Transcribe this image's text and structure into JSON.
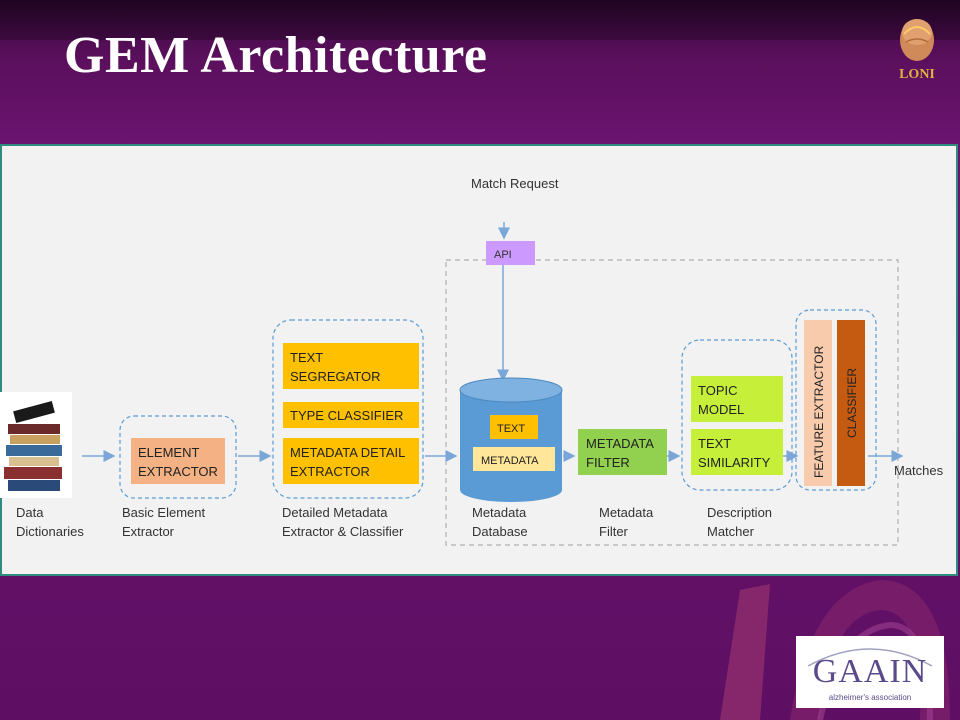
{
  "slide": {
    "title": "GEM Architecture",
    "logo_text": "LONI",
    "sponsor": {
      "name": "GAAIN",
      "tagline": "alzheimer's association"
    }
  },
  "diagram": {
    "match_request": "Match Request",
    "api": "API",
    "element_extractor": [
      "ELEMENT",
      "EXTRACTOR"
    ],
    "text_segregator": [
      "TEXT",
      "SEGREGATOR"
    ],
    "type_classifier": "TYPE CLASSIFIER",
    "metadata_detail_extractor": [
      "METADATA DETAIL",
      "EXTRACTOR"
    ],
    "db_text": "TEXT",
    "db_metadata": "METADATA",
    "metadata_filter": [
      "METADATA",
      "FILTER"
    ],
    "topic_model": [
      "TOPIC",
      "MODEL"
    ],
    "text_similarity": [
      "TEXT",
      "SIMILARITY"
    ],
    "feature_extractor": "FEATURE EXTRACTOR",
    "classifier": "CLASSIFIER",
    "matches": "Matches",
    "labels": {
      "data_dictionaries": [
        "Data",
        "Dictionaries"
      ],
      "basic_element_extractor": [
        "Basic Element",
        "Extractor"
      ],
      "detailed_metadata": [
        "Detailed Metadata",
        "Extractor & Classifier"
      ],
      "metadata_database": [
        "Metadata",
        "Database"
      ],
      "metadata_filter": [
        "Metadata",
        "Filter"
      ],
      "description_matcher": [
        "Description",
        "Matcher"
      ]
    }
  },
  "colors": {
    "orange_box": "#f4b183",
    "yellow_box": "#ffc000",
    "purple_box": "#cc99ff",
    "green_box": "#92d050",
    "lime_box": "#c6ef3a",
    "db_blue": "#5b9bd5",
    "light_orange": "#f8cbad",
    "dark_orange": "#c55a11",
    "arrow": "#7aa7d8"
  }
}
